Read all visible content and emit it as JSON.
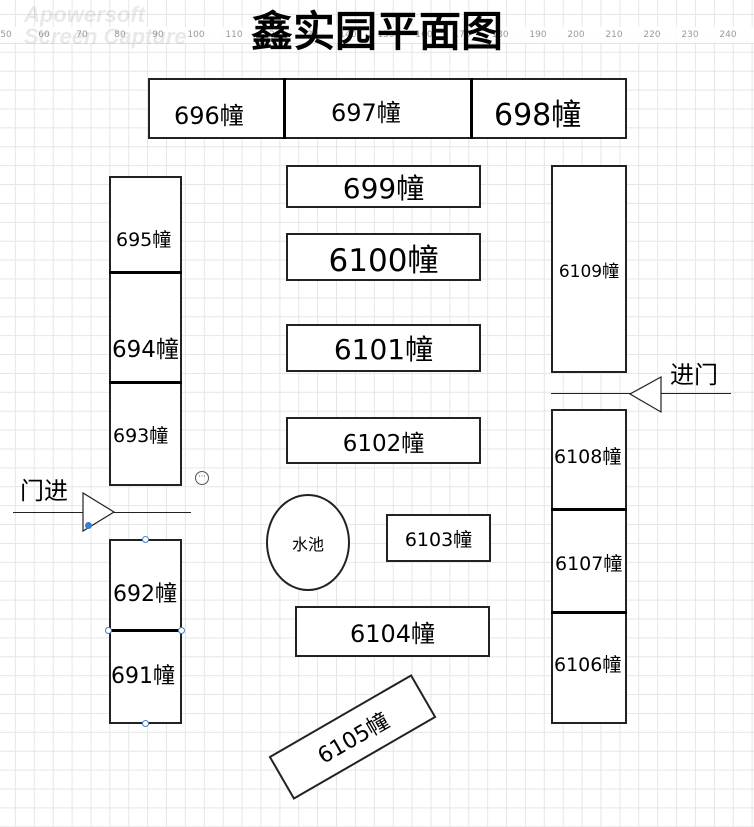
{
  "title": "鑫实园平面图",
  "watermark": "Apowersoft\nScreen Capture",
  "ruler": {
    "ticks": [
      "50",
      "60",
      "70",
      "80",
      "90",
      "100",
      "110",
      "120",
      "130",
      "140",
      "150",
      "160",
      "170",
      "180",
      "190",
      "200",
      "210",
      "220",
      "230",
      "240"
    ]
  },
  "booths": {
    "b696": "696幢",
    "b697": "697幢",
    "b698": "698幢",
    "b699": "699幢",
    "b6100": "6100幢",
    "b6101": "6101幢",
    "b6102": "6102幢",
    "b6103": "6103幢",
    "b6104": "6104幢",
    "b6105": "6105幢",
    "b695": "695幢",
    "b694": "694幢",
    "b693": "693幢",
    "b692": "692幢",
    "b691": "691幢",
    "b6109": "6109幢",
    "b6108": "6108幢",
    "b6107": "6107幢",
    "b6106": "6106幢"
  },
  "pond": "水池",
  "entrance_left": "门进",
  "entrance_right": "进门",
  "chat_icon": "speech-bubble-icon"
}
